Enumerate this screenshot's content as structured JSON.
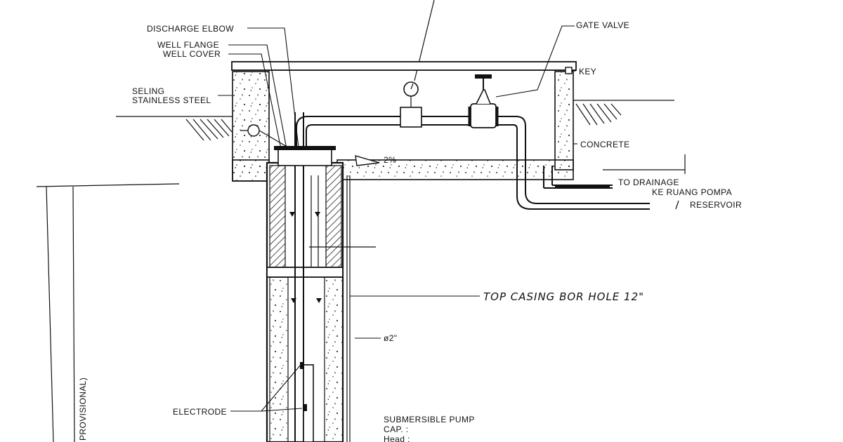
{
  "labels": {
    "discharge_elbow": "DISCHARGE ELBOW",
    "well_flange": "WELL FLANGE",
    "well_cover": "WELL COVER",
    "seling": "SELING",
    "stainless_steel": "STAINLESS STEEL",
    "gate_valve": "GATE VALVE",
    "key": "KEY",
    "concrete": "CONCRETE",
    "to_drainage": "TO DRAINAGE",
    "ke_ruang_pompa": "KE RUANG POMPA",
    "reservoir": "RESERVOIR",
    "slope": "2%",
    "top_casing": "TOP CASING  BOR HOLE 12\"",
    "diameter": "ø2\"",
    "electrode": "ELECTRODE",
    "submersible_pump": "SUBMERSIBLE PUMP",
    "cap": "CAP. :",
    "head": "Head :",
    "provisional": "PROVISIONAL)"
  },
  "colors": {
    "ink": "#111111",
    "paper": "#ffffff",
    "hatch": "#222222"
  }
}
